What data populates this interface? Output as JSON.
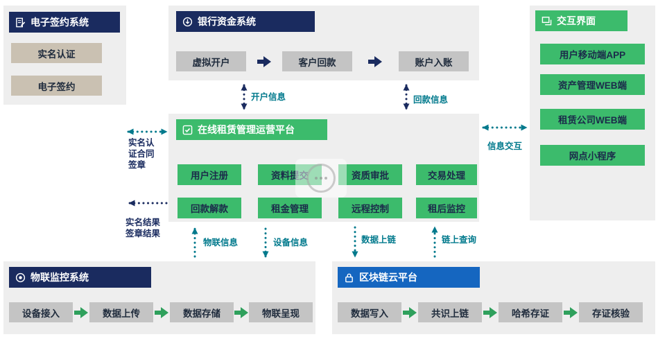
{
  "colors": {
    "navy": "#1a2b5f",
    "green": "#3cbb6c",
    "blue": "#1566c0",
    "teal": "#00798c",
    "panel_bg": "#eeeeee",
    "gray_box": "#c4c4c4",
    "tan_box": "#cac1b2"
  },
  "icons": {
    "esign": "document-sign-icon",
    "bank": "bank-funds-icon",
    "ui": "interface-screen-icon",
    "platform": "monitor-check-icon",
    "iot": "target-icon",
    "chain": "lock-icon"
  },
  "panels": {
    "esign": {
      "title": "电子签约系统",
      "items": [
        "实名认证",
        "电子签约"
      ]
    },
    "bank": {
      "title": "银行资金系统",
      "steps": [
        "虚拟开户",
        "客户回款",
        "账户入账"
      ]
    },
    "ui": {
      "title": "交互界面",
      "items": [
        "用户移动端APP",
        "资产管理WEB端",
        "租赁公司WEB端",
        "网点小程序"
      ]
    },
    "platform": {
      "title": "在线租赁管理运营平台",
      "modules": [
        [
          "用户注册",
          "资料提交",
          "资质审批",
          "交易处理"
        ],
        [
          "回款解款",
          "租金管理",
          "远程控制",
          "租后监控"
        ]
      ]
    },
    "iot": {
      "title": "物联监控系统",
      "steps": [
        "设备接入",
        "数据上传",
        "数据存储",
        "物联呈现"
      ]
    },
    "chain": {
      "title": "区块链云平台",
      "steps": [
        "数据写入",
        "共识上链",
        "哈希存证",
        "存证核验"
      ]
    }
  },
  "links": {
    "account_open_info": "开户信息",
    "repayment_info": "回款信息",
    "esign_request_lines": [
      "实名认",
      "证合同",
      "签章"
    ],
    "esign_result_lines": [
      "实名结果",
      "签章结果"
    ],
    "info_exchange": "信息交互",
    "iot_info": "物联信息",
    "device_info": "设备信息",
    "data_to_chain": "数据上链",
    "chain_query": "链上查询"
  }
}
